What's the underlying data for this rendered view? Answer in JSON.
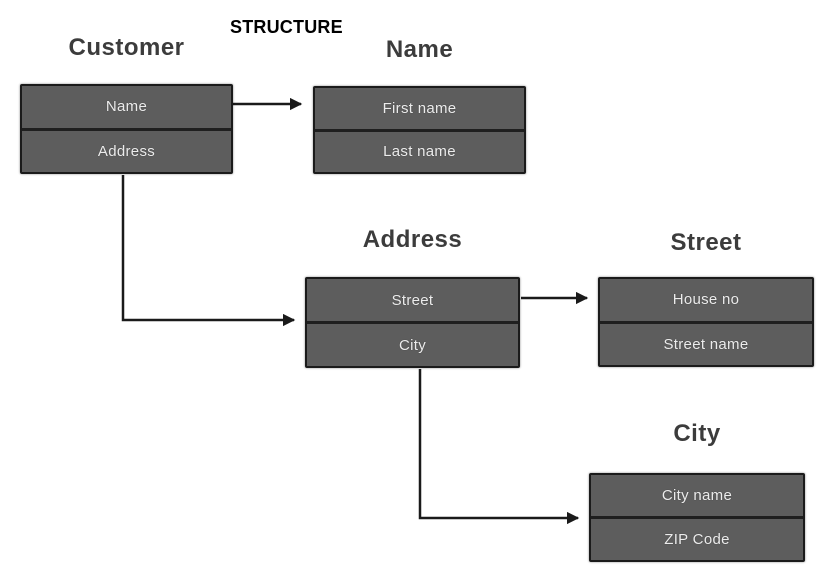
{
  "page_label": "STRUCTURE",
  "colors": {
    "background": "#ffffff",
    "box_fill": "#5d5d5d",
    "box_border": "#1b1b1b",
    "field_text": "#ececec",
    "title_text": "#3c3c3c",
    "arrow": "#1a1a1a"
  },
  "nodes": [
    {
      "id": "customer",
      "title": "Customer",
      "fields": [
        "Name",
        "Address"
      ]
    },
    {
      "id": "name",
      "title": "Name",
      "fields": [
        "First name",
        "Last name"
      ]
    },
    {
      "id": "address",
      "title": "Address",
      "fields": [
        "Street",
        "City"
      ]
    },
    {
      "id": "street",
      "title": "Street",
      "fields": [
        "House no",
        "Street name"
      ]
    },
    {
      "id": "city",
      "title": "City",
      "fields": [
        "City name",
        "ZIP Code"
      ]
    }
  ],
  "connections": [
    {
      "from": "Customer.Name",
      "to": "Name"
    },
    {
      "from": "Customer.Address",
      "to": "Address"
    },
    {
      "from": "Address.Street",
      "to": "Street"
    },
    {
      "from": "Address.City",
      "to": "City"
    }
  ]
}
